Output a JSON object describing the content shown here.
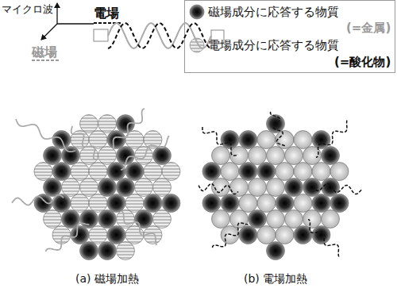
{
  "diagram": {
    "labels": [
      "マイクロ波",
      "電場",
      "磁場",
      "(=金属)",
      "(=酸化物)",
      "(a) 磁場加熱",
      "(b) 電場加熱"
    ],
    "legend": [
      {
        "text": "磁場成分に応答する物質"
      },
      {
        "text": "電場成分に応答する物質"
      }
    ]
  }
}
